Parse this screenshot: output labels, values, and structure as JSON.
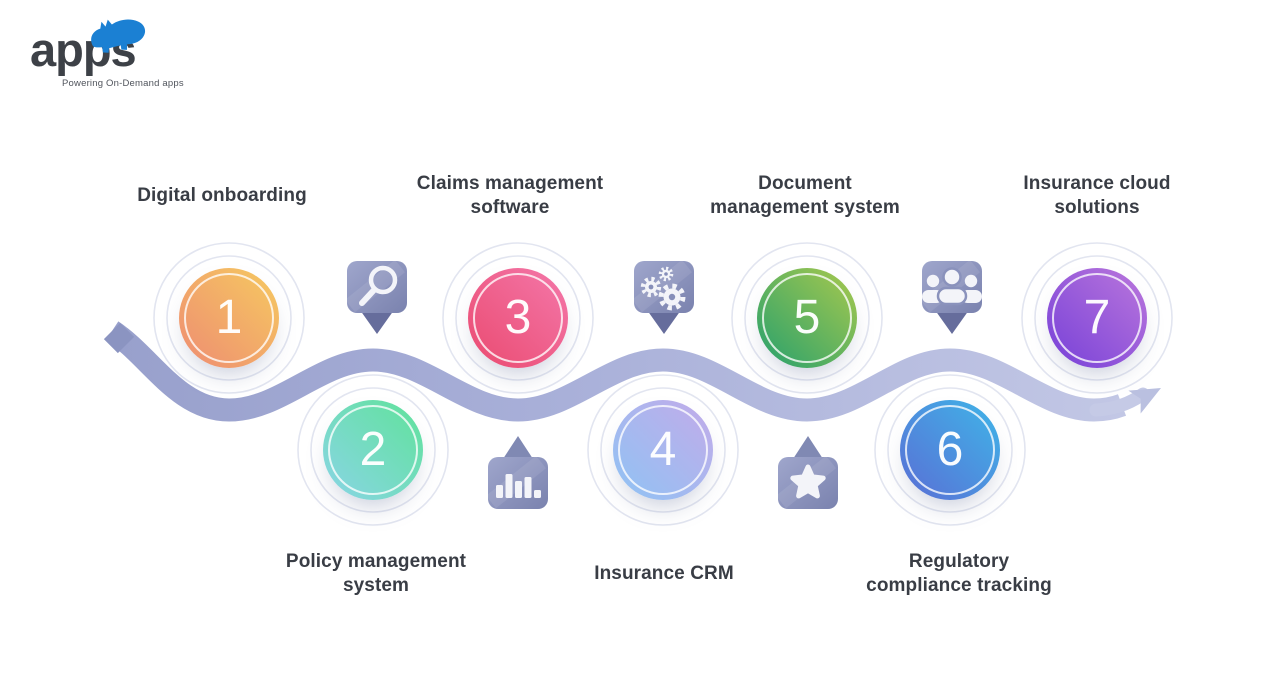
{
  "logo": {
    "brand": "apps",
    "tagline": "Powering On-Demand apps",
    "brand_color": "#3d4147",
    "rhino_color": "#1b80d3"
  },
  "palette": {
    "ribbon_start": "#98a0cc",
    "ribbon_mid": "#a9b0d9",
    "ribbon_end": "#c2c7e5",
    "badge_light": "#9fa6cc",
    "badge_dark": "#7a82ae",
    "badge_tail": "#666d9c",
    "halo_ring": "#e2e5f0",
    "icon_white": "#f3f4f9",
    "title_color": "#393d45"
  },
  "steps": [
    {
      "number": "1",
      "line1": "Digital onboarding",
      "line2": "",
      "gradient": {
        "from": "#f6ca60",
        "to": "#ee8c72"
      }
    },
    {
      "number": "2",
      "line1": "Policy management",
      "line2": "system",
      "gradient": {
        "from": "#5fe29a",
        "to": "#8ad5e6"
      }
    },
    {
      "number": "3",
      "line1": "Claims management",
      "line2": "software",
      "gradient": {
        "from": "#f478aa",
        "to": "#ea4a70"
      }
    },
    {
      "number": "4",
      "line1": "Insurance CRM",
      "line2": "",
      "gradient": {
        "from": "#c3abe9",
        "to": "#8fc3f4"
      }
    },
    {
      "number": "5",
      "line1": "Document",
      "line2": "management system",
      "gradient": {
        "from": "#a9c94d",
        "to": "#26a06d"
      }
    },
    {
      "number": "6",
      "line1": "Regulatory",
      "line2": "compliance tracking",
      "gradient": {
        "from": "#3fb5e8",
        "to": "#5a6ed5"
      }
    },
    {
      "number": "7",
      "line1": "Insurance cloud",
      "line2": "solutions",
      "gradient": {
        "from": "#bb77dc",
        "to": "#7640d8"
      }
    }
  ],
  "badges": [
    {
      "icon": "magnifier"
    },
    {
      "icon": "bar-chart"
    },
    {
      "icon": "gears"
    },
    {
      "icon": "star"
    },
    {
      "icon": "people"
    }
  ]
}
